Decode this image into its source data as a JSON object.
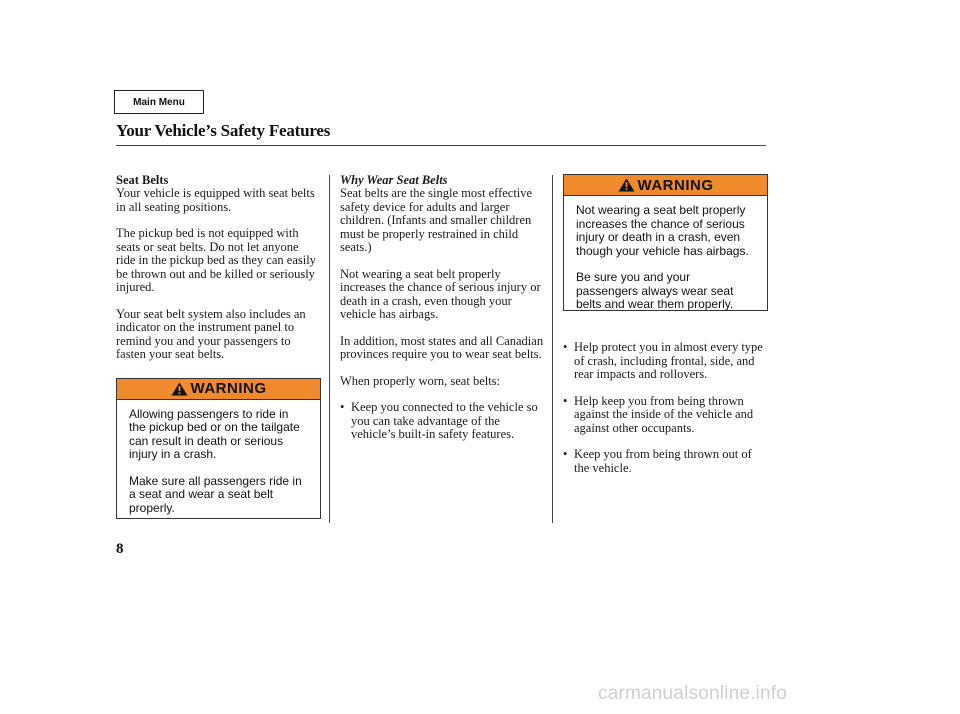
{
  "header": {
    "main_menu_label": "Main Menu",
    "title": "Your Vehicle’s Safety Features"
  },
  "column1": {
    "heading": "Seat Belts",
    "paragraphs": [
      "Your vehicle is equipped with seat belts in all seating positions.",
      "The pickup bed is not equipped with seats or seat belts. Do not let anyone ride in the pickup bed as they can easily be thrown out and be killed or seriously injured.",
      "Your seat belt system also includes an indicator on the instrument panel to remind you and your passengers to fasten your seat belts."
    ],
    "warning": {
      "label": "WARNING",
      "paragraphs": [
        "Allowing passengers to ride in the pickup bed or on the tailgate can result in death or serious injury in a crash.",
        "Make sure all passengers ride in a seat and wear a seat belt properly."
      ]
    }
  },
  "column2": {
    "heading": "Why Wear Seat Belts",
    "paragraphs": [
      "Seat belts are the single most effective safety device for adults and larger children. (Infants and smaller children must be properly restrained in child seats.)",
      "Not wearing a seat belt properly increases the chance of serious injury or death in a crash, even though your vehicle has airbags.",
      "In addition, most states and all Canadian provinces require you to wear seat belts.",
      "When properly worn, seat belts:"
    ],
    "bullets": [
      "Keep you connected to the vehicle so you can take advantage of the vehicle’s built-in safety features."
    ]
  },
  "column3": {
    "warning": {
      "label": "WARNING",
      "paragraphs": [
        "Not wearing a seat belt properly increases the chance of serious injury or death in a crash, even though your vehicle has airbags.",
        "Be sure you and your passengers always wear seat belts and wear them properly."
      ]
    },
    "bullets": [
      "Help protect you in almost every type of crash, including frontal, side, and rear impacts and rollovers.",
      "Help keep you from being thrown against the inside of the vehicle and against other occupants.",
      "Keep you from being thrown out of the vehicle."
    ]
  },
  "footer": {
    "page_number": "8",
    "watermark": "carmanualsonline.info"
  },
  "colors": {
    "warning_header": "#ef8b2c",
    "rule": "#444444",
    "watermark": "#cfcfcf"
  },
  "icons": {
    "warning": "warning-triangle-icon"
  }
}
